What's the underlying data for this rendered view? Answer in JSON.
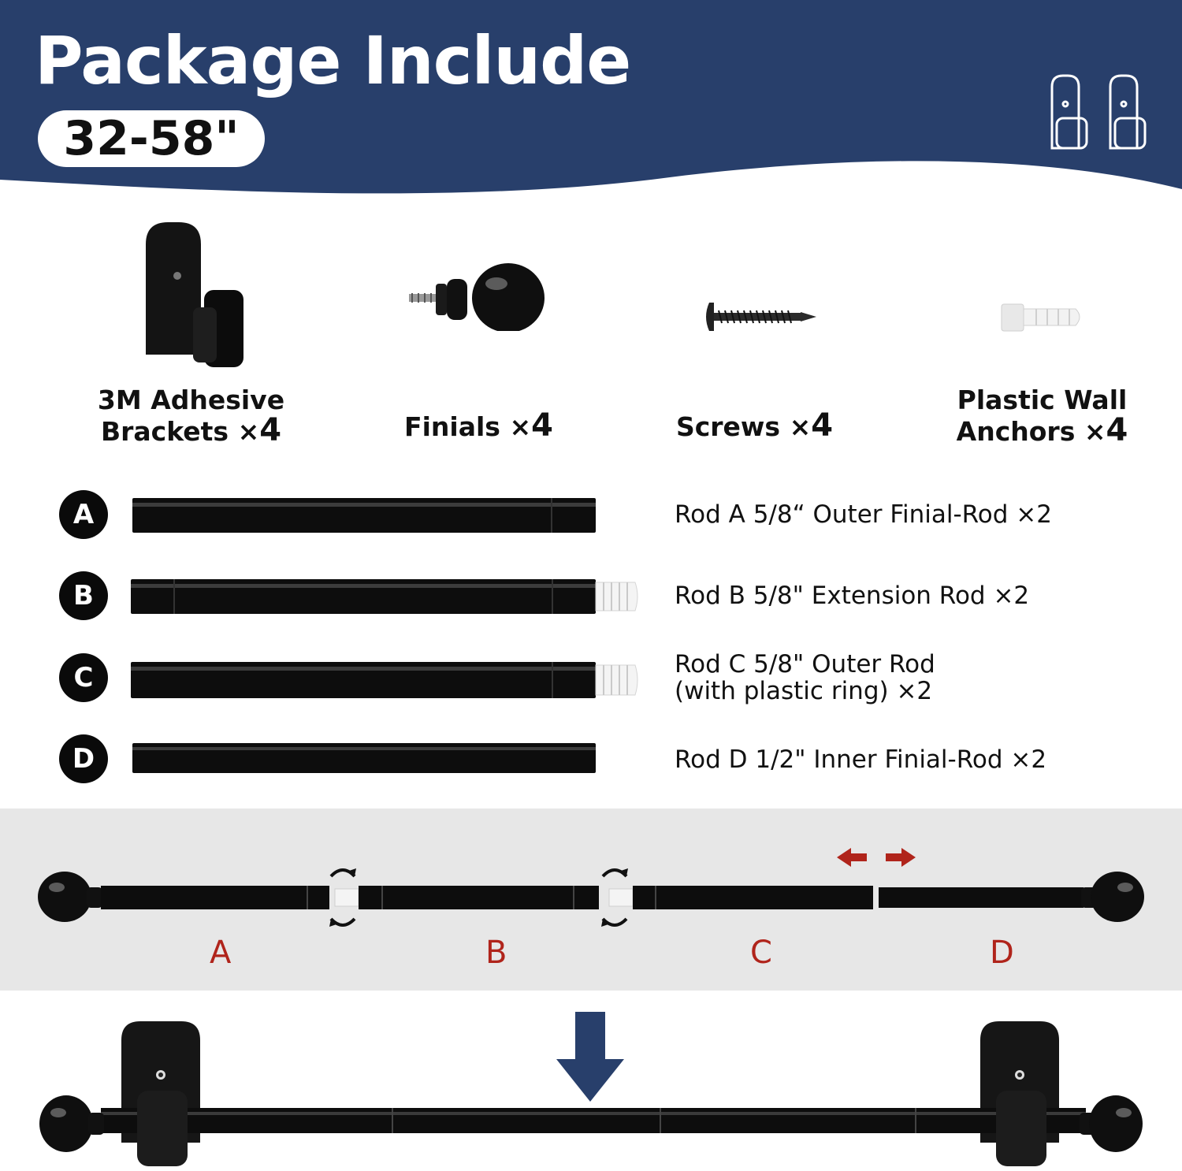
{
  "header": {
    "title": "Package Include",
    "size_badge": "32-58\"",
    "colors": {
      "navy": "#283f6b",
      "text": "#ffffff"
    }
  },
  "items": [
    {
      "label_line1": "3M Adhesive",
      "label_line2": "Brackets",
      "times": "×",
      "qty": "4",
      "icon": "bracket-icon"
    },
    {
      "label_line1": "",
      "label_line2": "Finials",
      "times": "×",
      "qty": "4",
      "icon": "finial-icon"
    },
    {
      "label_line1": "",
      "label_line2": "Screws",
      "times": "×",
      "qty": "4",
      "icon": "screw-icon"
    },
    {
      "label_line1": "Plastic Wall",
      "label_line2": "Anchors",
      "times": "×",
      "qty": "4",
      "icon": "wall-anchor-icon"
    }
  ],
  "rods": [
    {
      "letter": "A",
      "line1": "Rod A 5/8“ Outer Finial-Rod ×2",
      "line2": ""
    },
    {
      "letter": "B",
      "line1": "Rod B 5/8\" Extension Rod ×2",
      "line2": ""
    },
    {
      "letter": "C",
      "line1": "Rod C 5/8\" Outer Rod",
      "line2": "(with plastic ring) ×2"
    },
    {
      "letter": "D",
      "line1": "Rod D 1/2\" Inner Finial-Rod ×2",
      "line2": ""
    }
  ],
  "assembly": {
    "segments": [
      "A",
      "B",
      "C",
      "D"
    ],
    "accent": "#b0241b"
  }
}
